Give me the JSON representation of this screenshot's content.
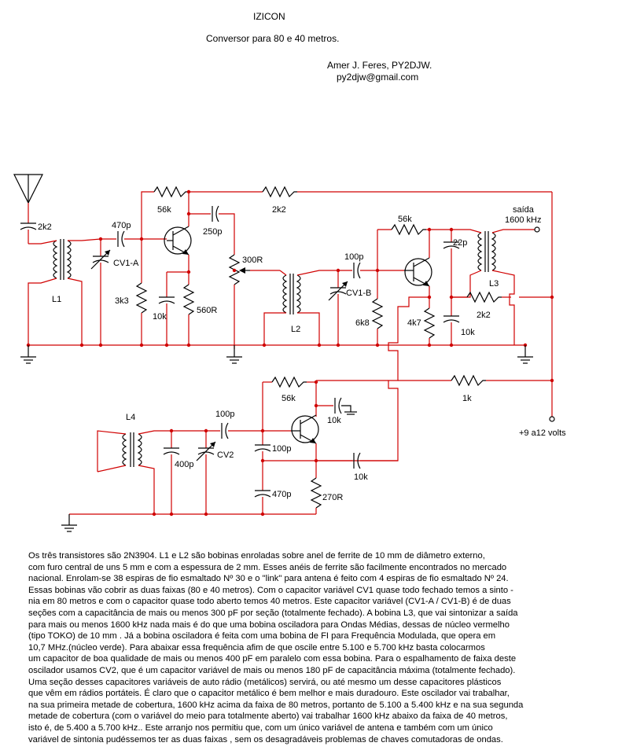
{
  "header": {
    "title": "IZICON",
    "subtitle": "Conversor para 80 e 40 metros.",
    "author": "Amer J. Feres, PY2DJW.",
    "email": "py2djw@gmail.com"
  },
  "labels": {
    "c2k2": "2k2",
    "c470p": "470p",
    "cv1a": "CV1-A",
    "l1": "L1",
    "r56k_top": "56k",
    "r2k2_top": "2k2",
    "c250p": "250p",
    "r300": "300R",
    "r3k3": "3k3",
    "c10k_a": "10k",
    "r560": "560R",
    "l2": "L2",
    "c100p_a": "100p",
    "cv1b": "CV1-B",
    "r6k8": "6k8",
    "r56k_b": "56k",
    "c22p": "22p",
    "saida": "saída",
    "freq": "1600 kHz",
    "l3": "L3",
    "r4k7": "4k7",
    "r2k2_b": "2k2",
    "c10k_b": "10k",
    "r56k_c": "56k",
    "r1k": "1k",
    "c10k_c": "10k",
    "supply": "+9 a12 volts",
    "l4": "L4",
    "c100p_b": "100p",
    "c400p": "400p",
    "cv2": "CV2",
    "c100p_c": "100p",
    "c10k_d": "10k",
    "c470p_b": "470p",
    "r270": "270R"
  },
  "description": [
    "Os três transistores são 2N3904.   L1  e  L2  são bobinas enroladas sobre anel de ferrite de 10 mm de diâmetro externo,",
    "com furo central de uns 5 mm  e com a espessura de 2 mm. Esses anéis  de ferrite são facilmente encontrados no mercado",
    "nacional.  Enrolam-se 38 espiras de fio esmaltado Nº 30  e o \"link\" para antena é feito com 4 espiras de fio esmaltado Nº 24.",
    "Essas bobinas vão cobrir as duas faixas (80 e 40 metros). Com o capacitor variável CV1  quase todo fechado temos a sinto -",
    "nia em 80 metros   e com o capacitor  quase todo aberto temos 40 metros.  Este capacitor variável  (CV1-A  /  CV1-B) é de duas",
    "seções com a capacitância de mais ou menos 300 pF por seção (totalmente fechado).  A bobina L3, que vai sintonizar a saída",
    "para mais ou menos 1600 kHz nada mais é do que uma bobina osciladora para Ondas Médias, dessas de núcleo vermelho",
    "(tipo TOKO) de 10 mm .   Já a bobina osciladora  é feita com uma bobina de FI para Frequência Modulada, que opera  em",
    " 10,7  MHz.(núcleo verde).  Para abaixar essa frequência afim de que oscile entre  5.100 e 5.700  kHz  basta colocarmos",
    "um capacitor de boa qualidade de mais ou menos 400 pF em paralelo com essa bobina. Para o espalhamento de faixa deste",
    "oscilador usamos CV2, que é um capacitor variável de mais ou menos 180 pF de capacitância máxima (totalmente fechado).",
    "Uma seção desses capacitores variáveis de auto rádio (metálicos) servirá, ou até mesmo um desse capacitores plásticos",
    "que vêm em rádios portáteis. É claro que o capacitor metálico é bem melhor e mais duradouro. Este oscilador vai trabalhar,",
    "na sua primeira metade de cobertura, 1600 kHz acima da faixa de 80 metros, portanto de 5.100 a 5.400 kHz  e na sua segunda",
    "metade de cobertura (com o variável do meio para totalmente aberto) vai trabalhar 1600 kHz abaixo da faixa de 40 metros,",
    "isto é, de 5.400 a 5.700 kHz.. Este arranjo nos permitiu que, com um único variável de antena e também com um único",
    " variável de sintonia pudéssemos ter as duas faixas , sem os desagradáveis problemas de chaves comutadoras de ondas."
  ]
}
